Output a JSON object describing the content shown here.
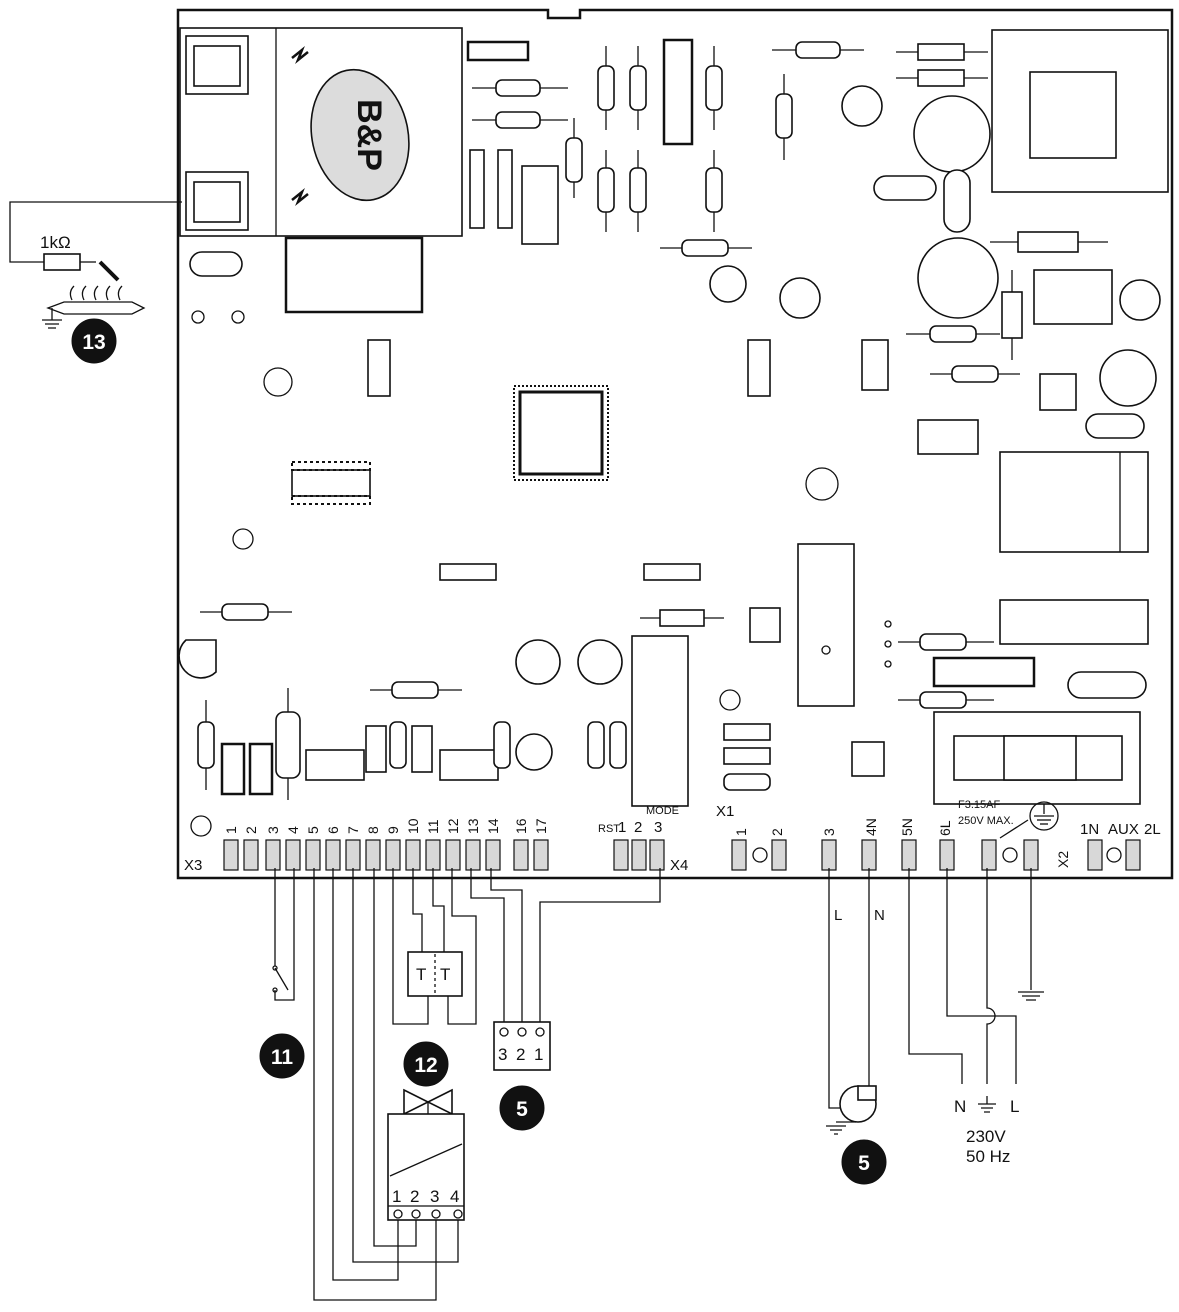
{
  "logo": {
    "text": "B&P"
  },
  "resistor": {
    "label": "1kΩ"
  },
  "callouts": [
    {
      "id": "13"
    },
    {
      "id": "11"
    },
    {
      "id": "12"
    },
    {
      "id": "5"
    },
    {
      "id": "5"
    }
  ],
  "connectors": {
    "x3": {
      "name": "X3",
      "pins": [
        "1",
        "2",
        "3",
        "4",
        "5",
        "6",
        "7",
        "8",
        "9",
        "10",
        "11",
        "12",
        "13",
        "14",
        "16",
        "17"
      ]
    },
    "x4": {
      "name": "X4",
      "mode_label": "MODE",
      "rst_label": "RST",
      "pins": [
        "1",
        "2",
        "3"
      ]
    },
    "x1": {
      "name": "X1",
      "pins": [
        "1",
        "2"
      ]
    },
    "power": {
      "pins": [
        "3",
        "4N",
        "5N",
        "6L"
      ]
    },
    "fuse": {
      "line1": "F3.15AF",
      "line2": "250V  MAX."
    },
    "x2": {
      "name": "X2",
      "pins": [
        "1N",
        "AUX",
        "2L"
      ]
    }
  },
  "thermostat": {
    "left": "T",
    "right": "T"
  },
  "connector_321": {
    "pins": [
      "3",
      "2",
      "1"
    ]
  },
  "valve_block": {
    "pins": [
      "1",
      "2",
      "3",
      "4"
    ]
  },
  "pump": {
    "l_label": "L",
    "n_label": "N"
  },
  "supply": {
    "n": "N",
    "l": "L",
    "voltage": "230V",
    "frequency": "50 Hz"
  }
}
